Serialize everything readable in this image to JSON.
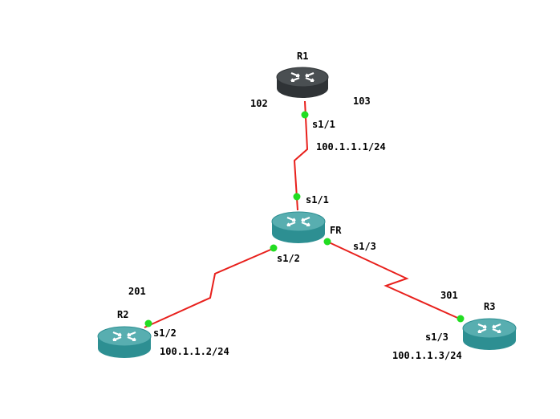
{
  "colors": {
    "link": "#e8201c",
    "port_dot": "#22dd22",
    "router_dark_top": "#4a4f52",
    "router_dark_side": "#2f3336",
    "router_teal_top": "#58aeb0",
    "router_teal_side": "#2d8f92",
    "router_icon": "#ffffff"
  },
  "icons": {
    "router": "router-icon",
    "port": "port-dot-icon"
  },
  "routers": [
    {
      "id": "r1",
      "name": "R1",
      "style": "dark"
    },
    {
      "id": "fr",
      "name": "FR",
      "style": "teal"
    },
    {
      "id": "r2",
      "name": "R2",
      "style": "teal"
    },
    {
      "id": "r3",
      "name": "R3",
      "style": "teal"
    }
  ],
  "links": [
    {
      "id": "r1-fr",
      "a_port": "s1/1",
      "b_port": "s1/1",
      "ip": "100.1.1.1/24"
    },
    {
      "id": "fr-r2",
      "a_port": "s1/2",
      "b_port": "s1/2",
      "ip": "100.1.1.2/24"
    },
    {
      "id": "fr-r3",
      "a_port": "s1/3",
      "b_port": "s1/3",
      "ip": "100.1.1.3/24"
    }
  ],
  "dlci": {
    "r1_left": "102",
    "r1_right": "103",
    "r2": "201",
    "r3": "301"
  }
}
